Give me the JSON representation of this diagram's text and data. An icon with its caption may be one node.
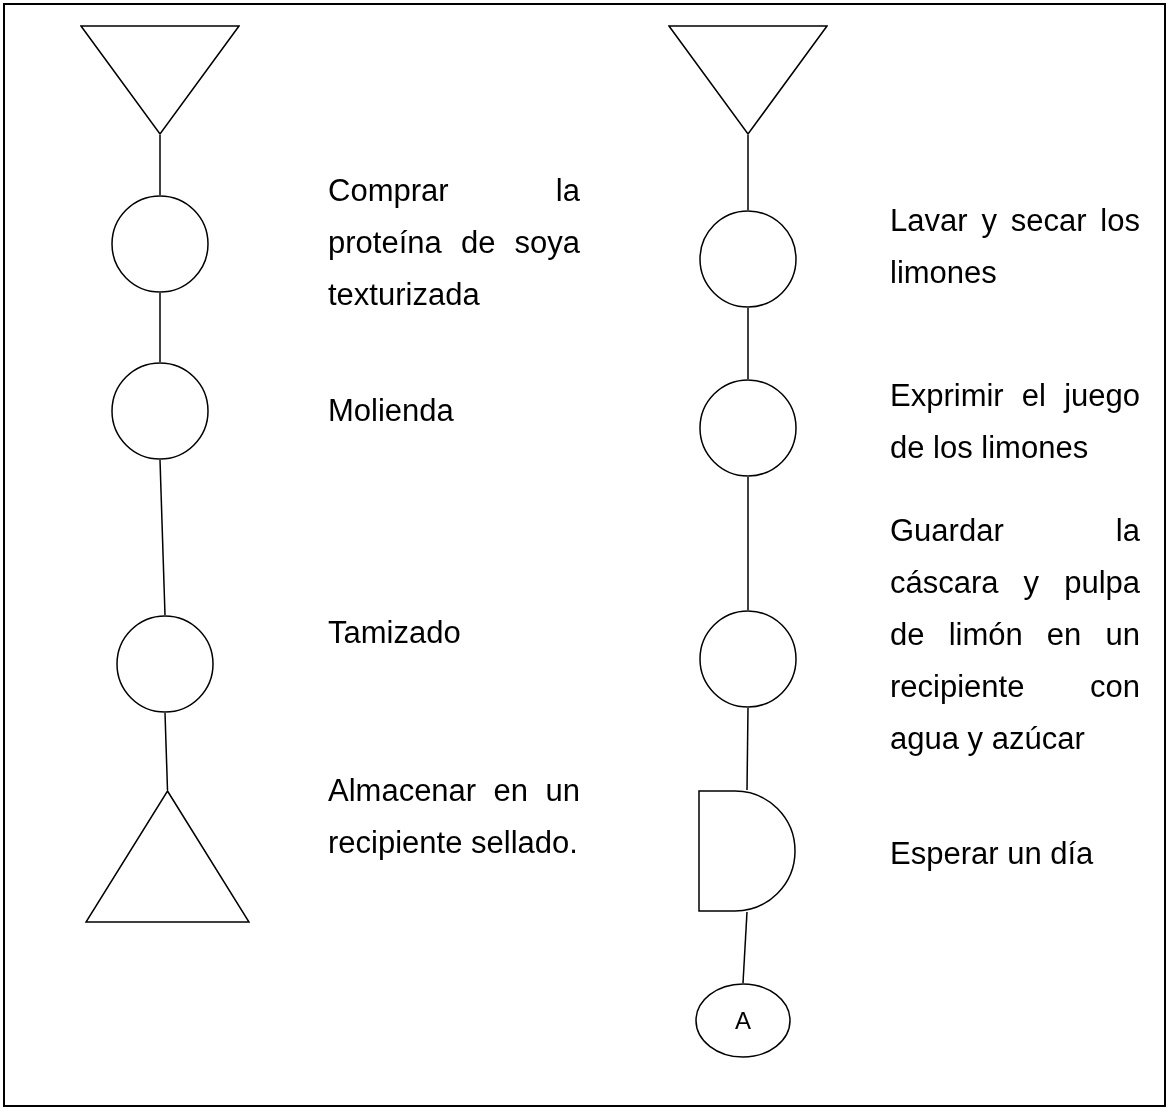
{
  "diagram": {
    "nodes": [
      {
        "text": [],
        "shape": "inverted-triangle"
      },
      {
        "text": [],
        "shape": "circle"
      },
      {
        "text": [],
        "shape": "circle"
      },
      {
        "text": [],
        "shape": "circle"
      },
      {
        "text": [],
        "shape": "triangle"
      },
      {
        "text": [],
        "shape": "inverted-triangle"
      },
      {
        "text": [],
        "shape": "circle"
      },
      {
        "text": [],
        "shape": "circle"
      },
      {
        "text": [],
        "shape": "circle"
      },
      {
        "text": [],
        "shape": "delay"
      },
      {
        "text": [
          "A"
        ]
      }
    ],
    "edges": [
      {
        "from": 0,
        "to": 1,
        "arrow": "none"
      },
      {
        "from": 1,
        "to": 2,
        "arrow": "none"
      },
      {
        "from": 2,
        "to": 3,
        "arrow": "none"
      },
      {
        "from": 3,
        "to": 4,
        "arrow": "none"
      },
      {
        "from": 5,
        "to": 6,
        "arrow": "none"
      },
      {
        "from": 6,
        "to": 7,
        "arrow": "none"
      },
      {
        "from": 7,
        "to": 8,
        "arrow": "none"
      },
      {
        "from": 8,
        "to": 9,
        "arrow": "none"
      },
      {
        "from": 9,
        "to": 10,
        "arrow": "none"
      }
    ],
    "labels": [
      "Comprar la proteína de soya texturizada",
      "Molienda",
      "Tamizado",
      "Almacenar en un recipiente sellado.",
      "Lavar y secar los limones",
      "Exprimir el juego de los limones",
      "Guardar la cáscara y pulpa de limón en un recipiente con agua y azúcar",
      "Esperar un día"
    ]
  }
}
